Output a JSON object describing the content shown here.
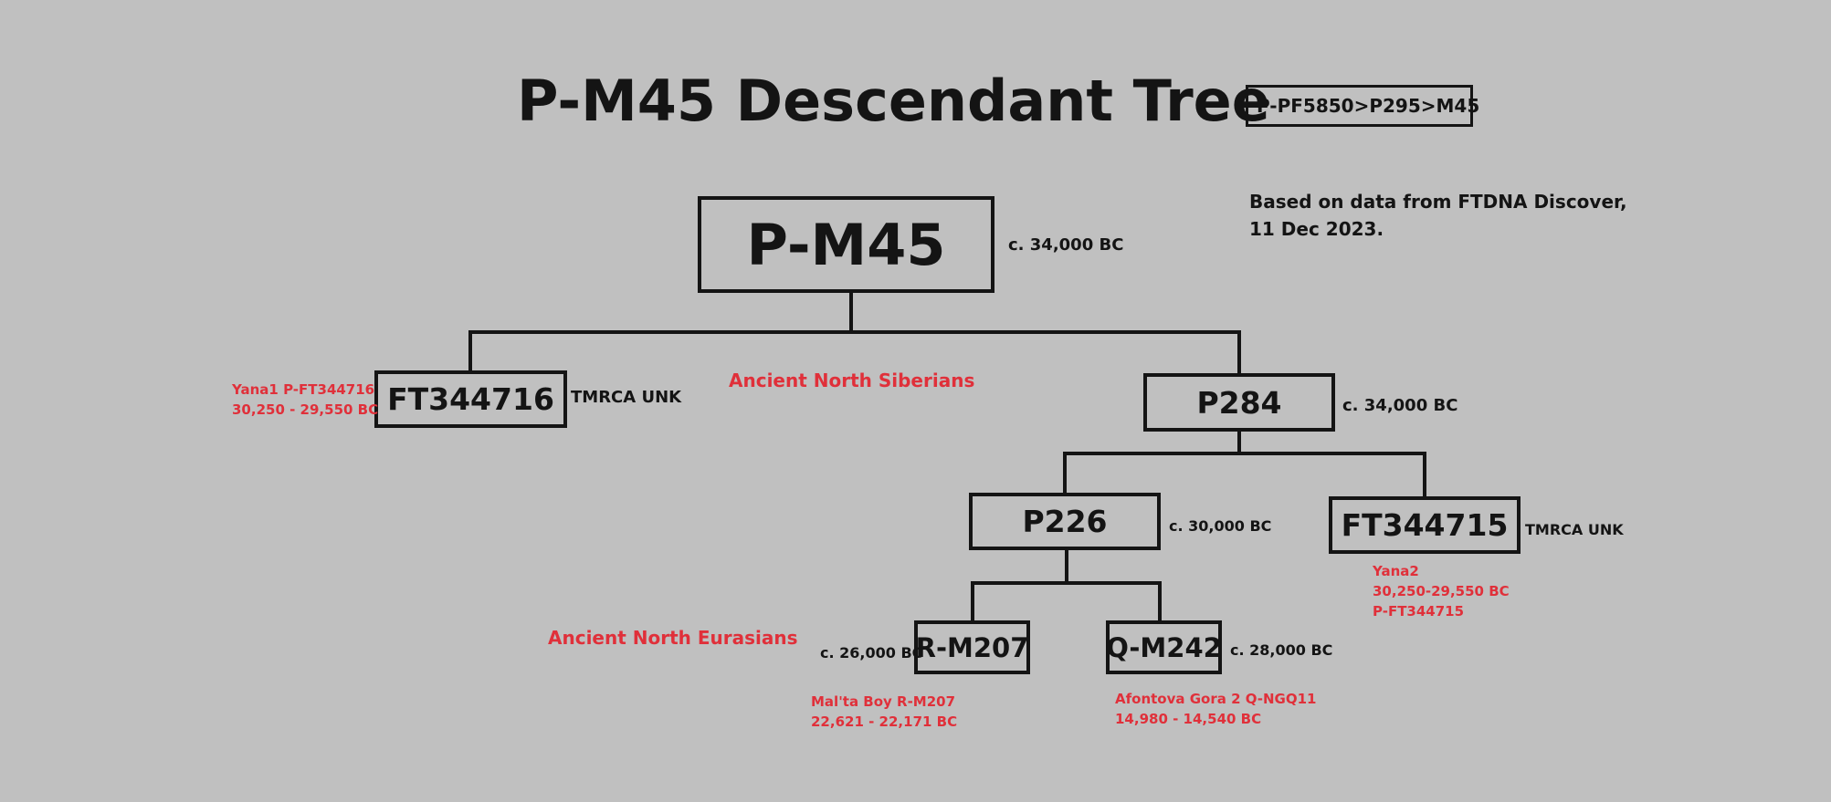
{
  "title": "P-M45 Descendant Tree",
  "lineage": "P-PF5850>P295>M45",
  "source_note": {
    "line1": "Based on data from FTDNA Discover,",
    "line2": "11 Dec 2023."
  },
  "colors": {
    "background": "#c0c0c0",
    "line": "#141414",
    "annotation": "#e0303a"
  },
  "nodes": {
    "pm45": {
      "label": "P-M45",
      "date": "c. 34,000 BC"
    },
    "ft344716": {
      "label": "FT344716",
      "date": "TMRCA UNK"
    },
    "p284": {
      "label": "P284",
      "date": "c. 34,000 BC"
    },
    "p226": {
      "label": "P226",
      "date": "c. 30,000 BC"
    },
    "ft344715": {
      "label": "FT344715",
      "date": "TMRCA UNK"
    },
    "rm207": {
      "label": "R-M207",
      "date": "c. 26,000 BC"
    },
    "qm242": {
      "label": "Q-M242",
      "date": "c. 28,000 BC"
    }
  },
  "groups": {
    "ans": "Ancient North Siberians",
    "ane": "Ancient North Eurasians"
  },
  "samples": {
    "yana1": {
      "line1": "Yana1 P-FT344716",
      "line2": "30,250 - 29,550 BC"
    },
    "yana2": {
      "line1": "Yana2",
      "line2": "30,250-29,550 BC",
      "line3": "P-FT344715"
    },
    "malta": {
      "line1": "Mal'ta Boy R-M207",
      "line2": "22,621 - 22,171 BC"
    },
    "afontova": {
      "line1": "Afontova Gora 2 Q-NGQ11",
      "line2": "14,980 - 14,540 BC"
    }
  }
}
